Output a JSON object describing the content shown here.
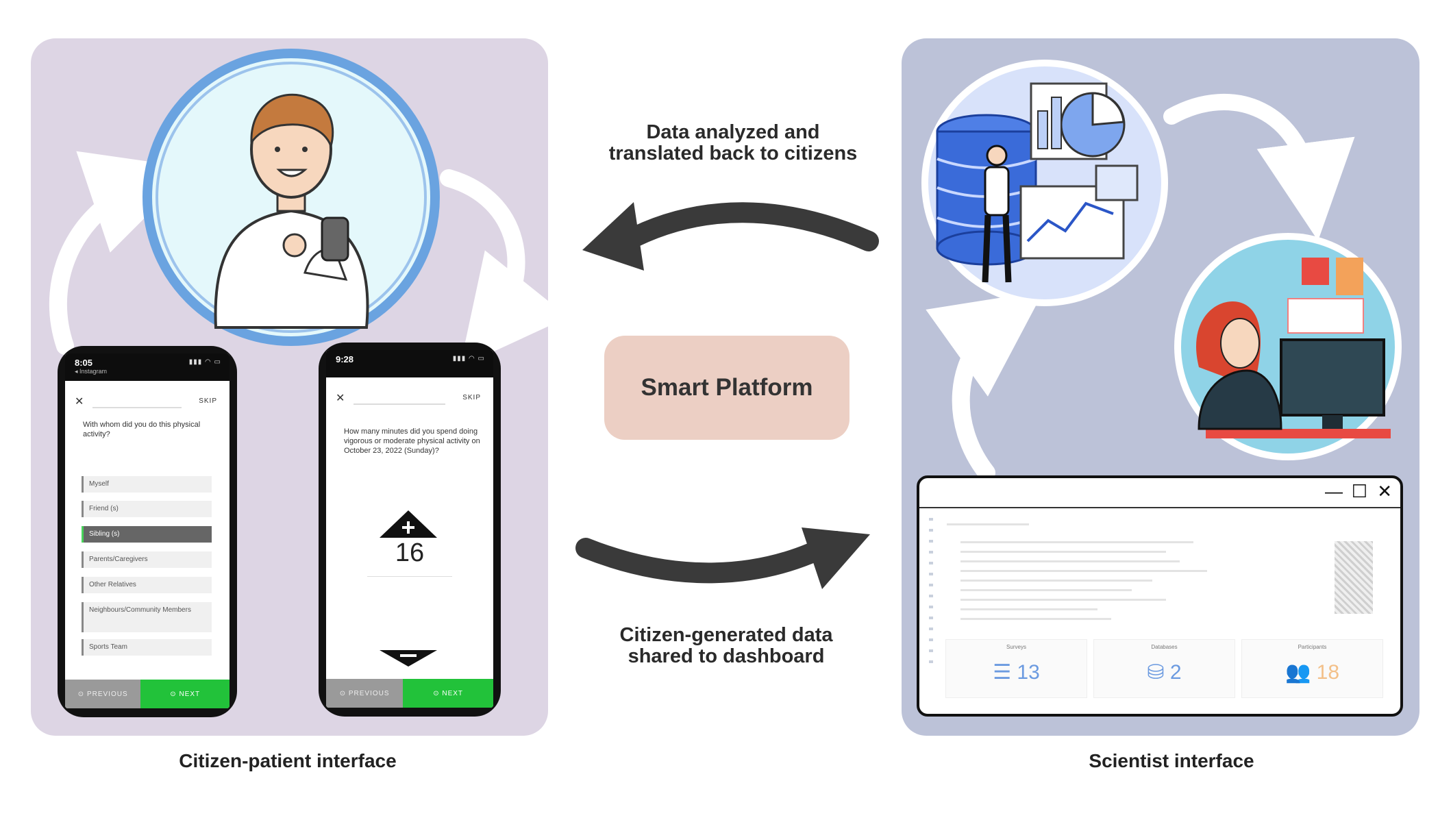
{
  "labels": {
    "platform": "Smart Platform",
    "top_arrow_line1": "Data analyzed and",
    "top_arrow_line2": "translated back to citizens",
    "bottom_arrow_line1": "Citizen-generated data",
    "bottom_arrow_line2": "shared to dashboard",
    "left_caption": "Citizen-patient interface",
    "right_caption": "Scientist interface"
  },
  "phone1": {
    "time": "8:05",
    "sub": "◂ Instagram",
    "skip": "SKIP",
    "question": "With whom did you do this physical activity?",
    "options": [
      "Myself",
      "Friend (s)",
      "Sibling (s)",
      "Parents/Caregivers",
      "Other Relatives",
      "Neighbours/Community Members",
      "Sports Team"
    ],
    "selected_index": 2,
    "previous": "PREVIOUS",
    "next": "NEXT"
  },
  "phone2": {
    "time": "9:28",
    "skip": "SKIP",
    "question": "How many minutes did you spend doing vigorous or moderate physical activity on October 23, 2022 (Sunday)?",
    "value": "16",
    "previous": "PREVIOUS",
    "next": "NEXT"
  },
  "dashboard": {
    "min": "—",
    "max": "☐",
    "close": "✕",
    "stats": [
      {
        "head": "Surveys",
        "value": "13",
        "icon": "survey-list-icon"
      },
      {
        "head": "Databases",
        "value": "2",
        "icon": "database-icon"
      },
      {
        "head": "Participants",
        "value": "18",
        "icon": "participants-icon"
      }
    ]
  },
  "colors": {
    "left_panel": "#ddd5e4",
    "right_panel": "#bcc2d8",
    "platform_box": "#eccfc4",
    "arrow": "#3a3a3a",
    "next_button": "#22c23a"
  }
}
